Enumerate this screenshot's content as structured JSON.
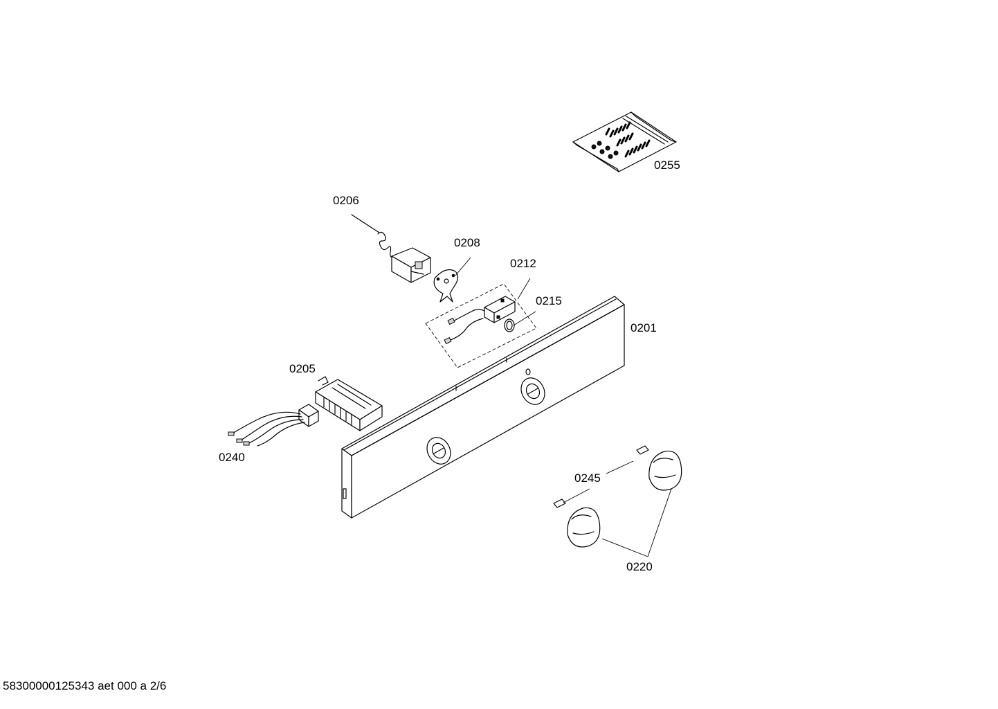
{
  "labels": {
    "p0201": "0201",
    "p0205": "0205",
    "p0206": "0206",
    "p0208": "0208",
    "p0212": "0212",
    "p0215": "0215",
    "p0220": "0220",
    "p0240": "0240",
    "p0245": "0245",
    "p0255": "0255"
  },
  "footer": "58300000125343 aet 000 a 2/6"
}
